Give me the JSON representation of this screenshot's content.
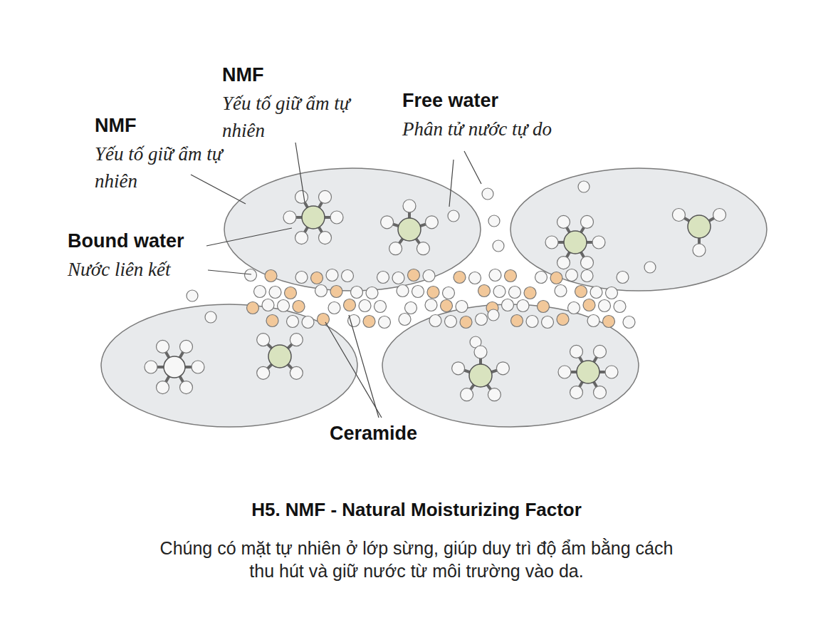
{
  "diagram": {
    "title": "H5. NMF - Natural Moisturizing Factor",
    "caption": "Chúng có mặt tự nhiên ở lớp sừng, giúp duy trì độ ẩm bằng cách thu hút và giữ nước từ môi trường vào da.",
    "labels": [
      "NMF",
      "Yếu tố giữ ẩm tự nhiên",
      "Free water",
      "Phân tử nước tự do",
      "NMF",
      "Yếu tố giữ ẩm tự nhiên",
      "Bound water",
      "Nước liên kết",
      "Ceramide"
    ]
  }
}
